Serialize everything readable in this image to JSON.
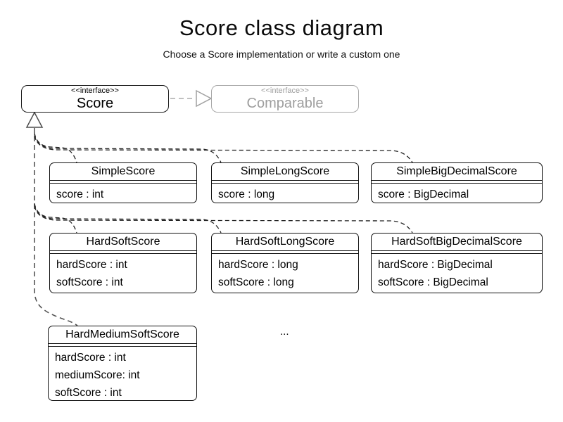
{
  "title": "Score class diagram",
  "subtitle": "Choose a Score implementation or write a custom one",
  "interfaces": {
    "score": {
      "stereotype": "<<interface>>",
      "name": "Score"
    },
    "comparable": {
      "stereotype": "<<interface>>",
      "name": "Comparable"
    }
  },
  "classes": [
    {
      "name": "SimpleScore",
      "attributes": [
        "score : int"
      ]
    },
    {
      "name": "SimpleLongScore",
      "attributes": [
        "score : long"
      ]
    },
    {
      "name": "SimpleBigDecimalScore",
      "attributes": [
        "score : BigDecimal"
      ]
    },
    {
      "name": "HardSoftScore",
      "attributes": [
        "hardScore : int",
        "softScore : int"
      ]
    },
    {
      "name": "HardSoftLongScore",
      "attributes": [
        "hardScore : long",
        "softScore : long"
      ]
    },
    {
      "name": "HardSoftBigDecimalScore",
      "attributes": [
        "hardScore : BigDecimal",
        "softScore : BigDecimal"
      ]
    },
    {
      "name": "HardMediumSoftScore",
      "attributes": [
        "hardScore : int",
        "mediumScore: int",
        "softScore : int"
      ]
    }
  ],
  "ellipsis": "...",
  "colors": {
    "foreground": "#111111",
    "muted": "#9e9e9e"
  }
}
